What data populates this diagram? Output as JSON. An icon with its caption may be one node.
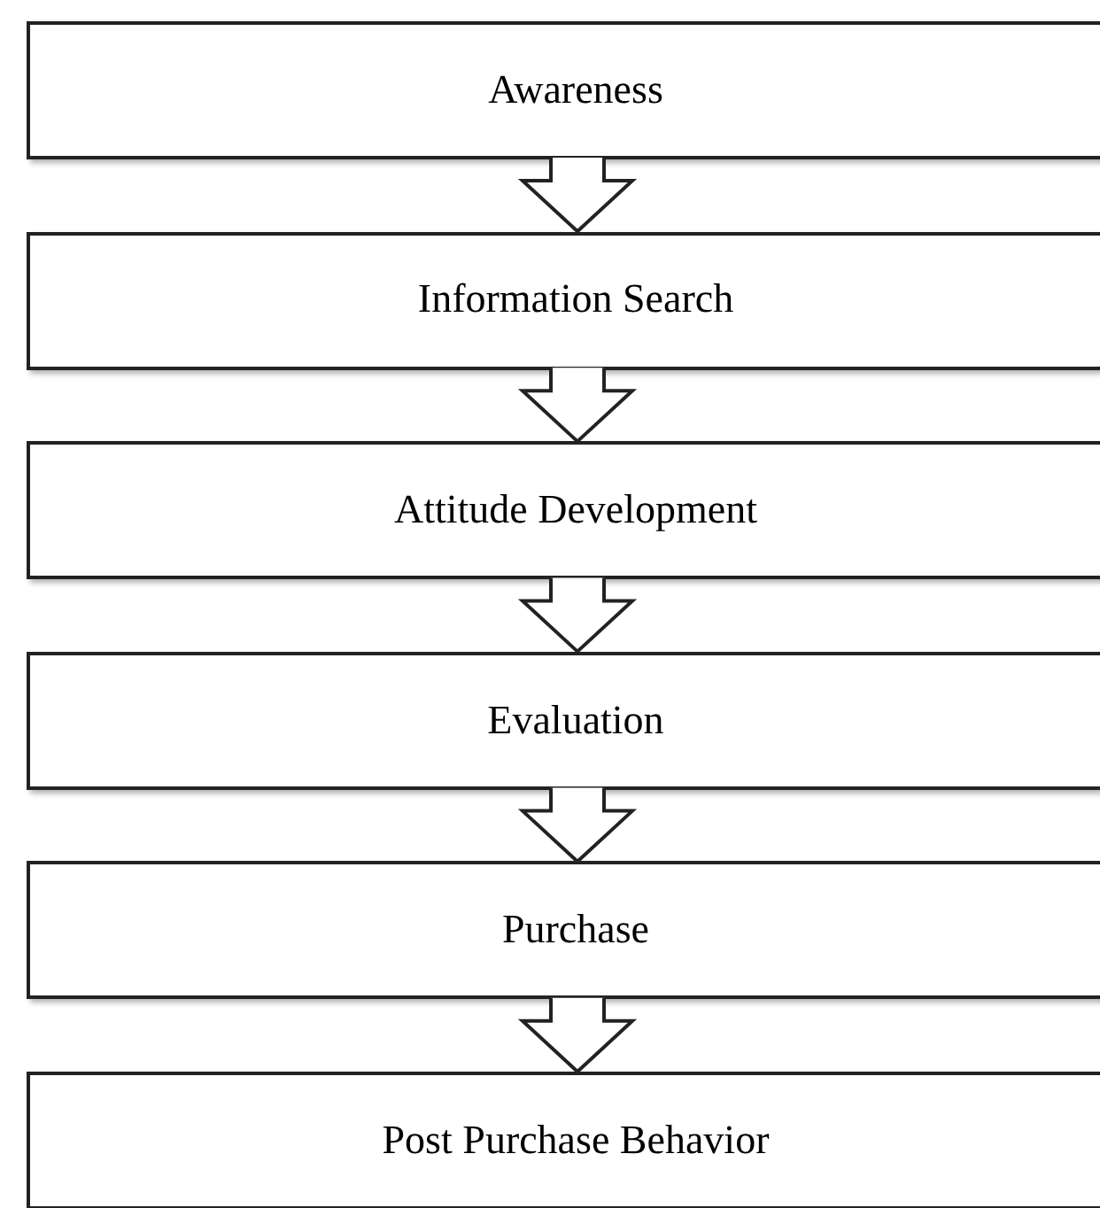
{
  "diagram": {
    "nodes": [
      {
        "text": [
          "Awareness"
        ]
      },
      {
        "text": [
          "Information Search"
        ]
      },
      {
        "text": [
          "Attitude Development"
        ]
      },
      {
        "text": [
          "Evaluation"
        ]
      },
      {
        "text": [
          "Purchase"
        ]
      },
      {
        "text": [
          "Post Purchase Behavior"
        ]
      }
    ],
    "edges": [
      {
        "from": 0,
        "to": 1,
        "arrow": "to"
      },
      {
        "from": 1,
        "to": 2,
        "arrow": "to"
      },
      {
        "from": 2,
        "to": 3,
        "arrow": "to"
      },
      {
        "from": 3,
        "to": 4,
        "arrow": "to"
      },
      {
        "from": 4,
        "to": 5,
        "arrow": "to"
      }
    ]
  }
}
